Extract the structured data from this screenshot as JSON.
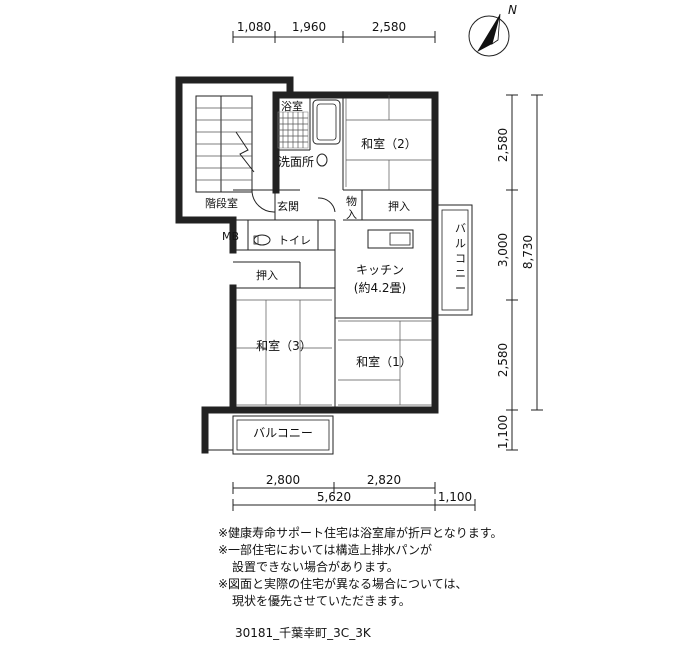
{
  "compass": {
    "label": "N"
  },
  "dimensions": {
    "top": [
      "1,080",
      "1,960",
      "2,580"
    ],
    "right": [
      "2,580",
      "3,000",
      "2,580",
      "1,100"
    ],
    "right_total": "8,730",
    "bottom_upper": [
      "2,800",
      "2,820"
    ],
    "bottom_lower": [
      "5,620",
      "1,100"
    ]
  },
  "rooms": {
    "bath": "浴室",
    "washroom": "洗面所",
    "washitsu2": "和室（2）",
    "storage_small": "物入",
    "oshiire_top": "押入",
    "stairs": "階段室",
    "entrance": "玄関",
    "mb": "MB",
    "toilet": "トイレ",
    "kitchen_line1": "キッチン",
    "kitchen_line2": "(約4.2畳)",
    "balcony_right": "バルコニー",
    "oshiire_left": "押入",
    "washitsu3": "和室（3）",
    "washitsu1": "和室（1）",
    "balcony_bottom": "バルコニー"
  },
  "notes": [
    "※健康寿命サポート住宅は浴室扉が折戸となります。",
    "※一部住宅においては構造上排水パンが",
    "設置できない場合があります。",
    "※図面と実際の住宅が異なる場合については、",
    "現状を優先させていただきます。"
  ],
  "file_id": "30181_千葉幸町_3C_3K"
}
